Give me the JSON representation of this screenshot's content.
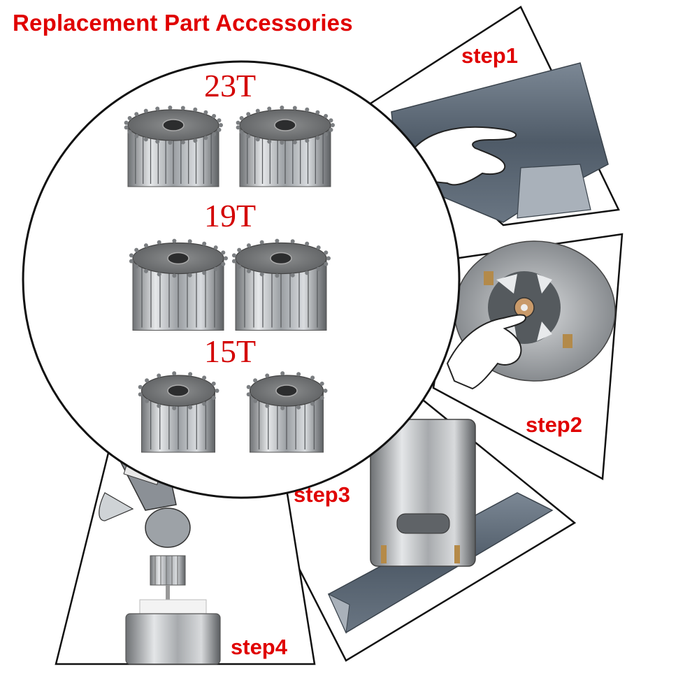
{
  "title": "Replacement Part Accessories",
  "gear_sizes": [
    {
      "label": "23T",
      "gear_count": 2
    },
    {
      "label": "19T",
      "gear_count": 2
    },
    {
      "label": "15T",
      "gear_count": 2
    }
  ],
  "steps": [
    {
      "label": "step1",
      "illustration": "finger-touching-metal-bar"
    },
    {
      "label": "step2",
      "illustration": "finger-pointing-at-motor-shaft"
    },
    {
      "label": "step3",
      "illustration": "motor-resting-on-metal-bar"
    },
    {
      "label": "step4",
      "illustration": "hammer-pressing-gear-onto-shaft"
    }
  ],
  "colors": {
    "label_red": "#e00000",
    "outline": "#111111",
    "metal": "#8a8d90",
    "steel_bar": "#5f6c7a"
  }
}
